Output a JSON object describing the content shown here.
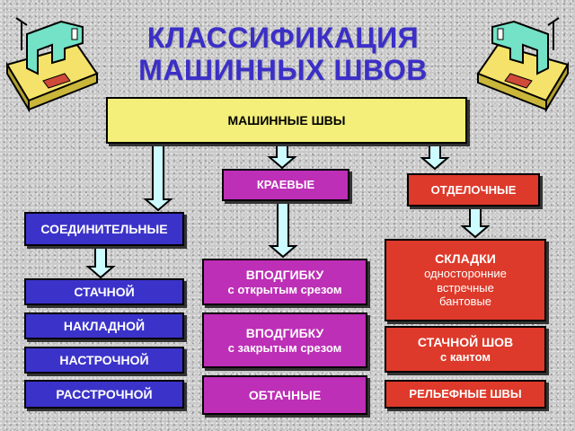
{
  "title": {
    "line1": "КЛАССИФИКАЦИЯ",
    "line2": "МАШИННЫХ ШВОВ"
  },
  "root": "МАШИННЫЕ ШВЫ",
  "groups": {
    "connecting": {
      "label": "СОЕДИНИТЕЛЬНЫЕ",
      "items": [
        "СТАЧНОЙ",
        "НАКЛАДНОЙ",
        "НАСТРОЧНОЙ",
        "РАССТРОЧНОЙ"
      ]
    },
    "edge": {
      "label": "КРАЕВЫЕ",
      "items": [
        {
          "title": "ВПОДГИБКУ",
          "sub": "с открытым срезом"
        },
        {
          "title": "ВПОДГИБКУ",
          "sub": "с закрытым срезом"
        },
        {
          "title": "ОБТАЧНЫЕ"
        }
      ]
    },
    "finishing": {
      "label": "ОТДЕЛОЧНЫЕ",
      "folds": {
        "title": "СКЛАДКИ",
        "lines": [
          "односторонние",
          "встречные",
          "бантовые"
        ]
      },
      "piped": {
        "title": "СТАЧНОЙ ШОВ",
        "sub": "с кантом"
      },
      "relief": "РЕЛЬЕФНЫЕ ШВЫ"
    }
  },
  "colors": {
    "title": "#3b2fc7",
    "root_box": "#f3ef7a",
    "connecting": "#3b33c9",
    "edge": "#bd2fb6",
    "finishing": "#dd3a2b"
  },
  "icons": [
    "sewing-machine-icon",
    "down-arrow-icon"
  ]
}
